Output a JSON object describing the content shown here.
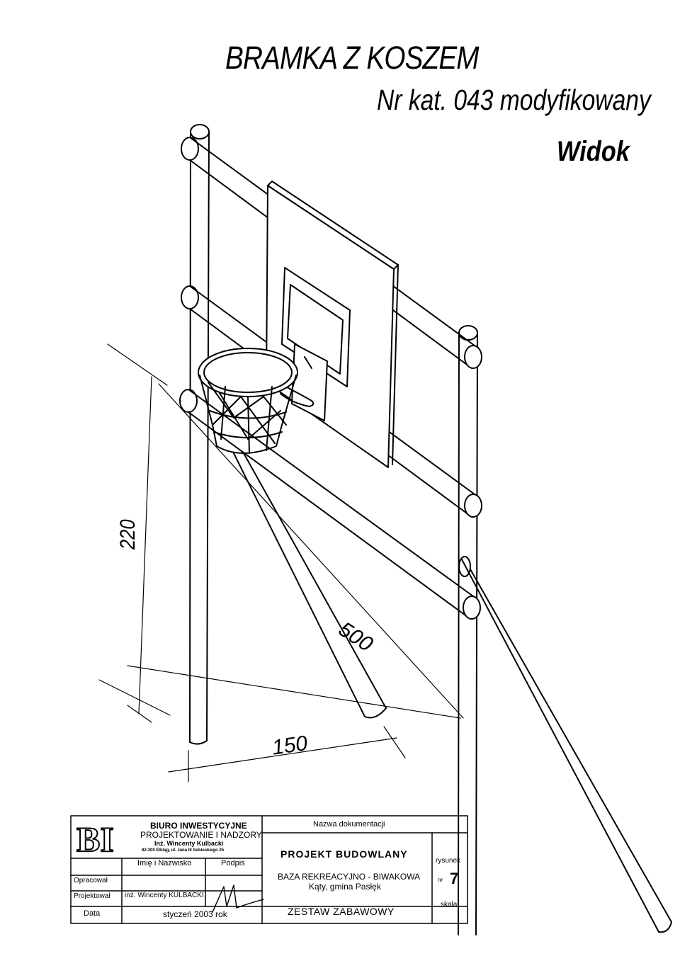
{
  "header": {
    "title": "BRAMKA Z KOSZEM",
    "catalog": "Nr kat. 043 modyfikowany",
    "view": "Widok"
  },
  "dimensions": {
    "height": "220",
    "width": "500",
    "depth": "150"
  },
  "title_block": {
    "logo_text": "BI",
    "office": {
      "line1": "BIURO INWESTYCYJNE",
      "line2": "PROJEKTOWANIE I NADZORY",
      "line3": "Inż. Wincenty Kulbacki",
      "line4": "82-300 Elbląg, ul. Jana III Sobieskiego 25"
    },
    "name_header": "Imię i Nazwisko",
    "signature_header": "Podpis",
    "prepared_label": "Opracował",
    "designer_label": "Projektował",
    "designer_name": "inż. Wincenty KULBACKI",
    "date_label": "Data",
    "date_value": "styczeń 2003 rok",
    "document_name_label": "Nazwa dokumentacji",
    "project_type": "PROJEKT BUDOWLANY",
    "base_line1": "BAZA REKREACYJNO - BIWAKOWA",
    "base_line2": "Kąty, gmina Pasłęk",
    "set_name": "ZESTAW ZABAWOWY",
    "drawing_label": "rysunek",
    "drawing_nr_prefix": "nr",
    "drawing_number": "7",
    "scale_label": "skala"
  }
}
